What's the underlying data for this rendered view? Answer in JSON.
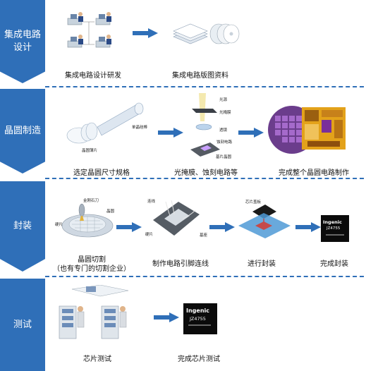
{
  "stages": {
    "design": {
      "tag": "集成电路设计",
      "tag_line1": "集成电路",
      "tag_line2": "设计"
    },
    "wafer": {
      "tag": "晶圆制造"
    },
    "package": {
      "tag": "封装"
    },
    "test": {
      "tag": "测试"
    }
  },
  "steps": {
    "design_dev": "集成电路设计研发",
    "layout_data": "集成电路版图资料",
    "select_wafer": "选定晶圆尺寸规格",
    "photomask_etch": "光掩膜、蚀刻电路等",
    "finish_wafer": "完成整个晶圆电路制作",
    "wafer_cut_line1": "晶圆切割",
    "wafer_cut_line2": "（也有专门的切割企业）",
    "wire_bond": "制作电路引脚连线",
    "do_package": "进行封装",
    "finish_package": "完成封装",
    "chip_test": "芯片测试",
    "finish_test": "完成芯片测试"
  },
  "callouts": {
    "single_crystal": "单晶硅棒",
    "wafer_slice": "晶圆薄片",
    "light_source": "光源",
    "photomask": "光掩膜",
    "lens": "透镜",
    "etched_circuit": "蚀刻电路",
    "base_wafer": "基片晶圆",
    "diamond_blade": "金刚石刀",
    "wafer": "晶圆",
    "die": "硬片",
    "wire": "连线",
    "die2": "硬片",
    "substrate": "基座",
    "chip_lid": "芯片盖板"
  },
  "chips": {
    "brand": "Ingenic",
    "model": "JZ4755"
  },
  "colors": {
    "accent": "#2f6fb8",
    "die_gold": "#e3a21a",
    "die_purple": "#7b3fa0"
  }
}
